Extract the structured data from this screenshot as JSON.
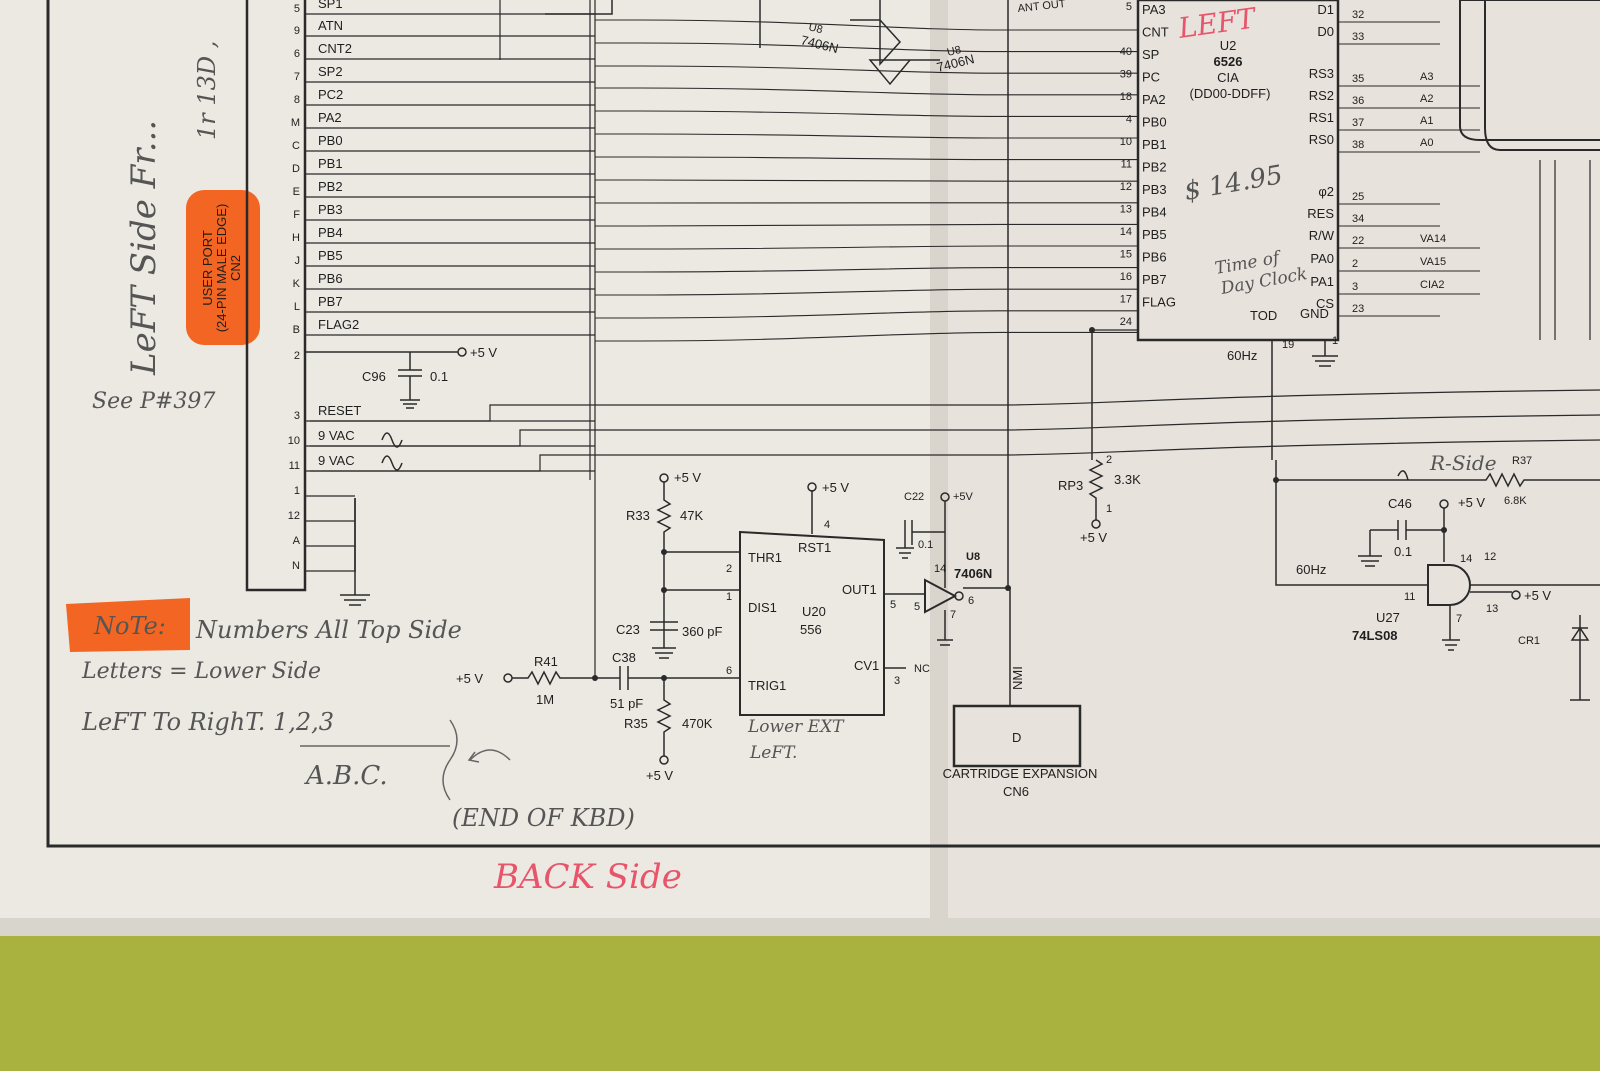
{
  "colors": {
    "paper": "#ece9e3",
    "ink": "#2a2a2a",
    "table": "#a9b23e",
    "highlight": "#f26522",
    "red_ink": "#e8546a"
  },
  "user_port": {
    "title": "USER PORT",
    "subtitle": "(24-PIN MALE EDGE)",
    "ref": "CN2",
    "rows": [
      {
        "pin": "5",
        "signal": "SP1"
      },
      {
        "pin": "9",
        "signal": "ATN"
      },
      {
        "pin": "6",
        "signal": "CNT2"
      },
      {
        "pin": "7",
        "signal": "SP2"
      },
      {
        "pin": "8",
        "signal": "PC2"
      },
      {
        "pin": "M",
        "signal": "PA2"
      },
      {
        "pin": "C",
        "signal": "PB0"
      },
      {
        "pin": "D",
        "signal": "PB1"
      },
      {
        "pin": "E",
        "signal": "PB2"
      },
      {
        "pin": "F",
        "signal": "PB3"
      },
      {
        "pin": "H",
        "signal": "PB4"
      },
      {
        "pin": "J",
        "signal": "PB5"
      },
      {
        "pin": "K",
        "signal": "PB6"
      },
      {
        "pin": "L",
        "signal": "PB7"
      },
      {
        "pin": "B",
        "signal": "FLAG2"
      },
      {
        "pin": "2",
        "signal": ""
      },
      {
        "pin": "3",
        "signal": "RESET"
      },
      {
        "pin": "10",
        "signal": "9 VAC"
      },
      {
        "pin": "11",
        "signal": "9 VAC"
      },
      {
        "pin": "1",
        "signal": ""
      },
      {
        "pin": "12",
        "signal": ""
      },
      {
        "pin": "A",
        "signal": ""
      },
      {
        "pin": "N",
        "signal": ""
      }
    ]
  },
  "c96": {
    "ref": "C96",
    "value": "0.1",
    "supply": "+5 V"
  },
  "u8_top_a": {
    "ref": "U8",
    "part": "7406N"
  },
  "u8_top_b": {
    "ref": "U8",
    "part": "7406N"
  },
  "ant_out": "ANT OUT",
  "u2": {
    "ref": "U2",
    "part": "6526",
    "type": "CIA",
    "range": "(DD00-DDFF)",
    "left_pins": [
      {
        "num": "5",
        "name": "PA3"
      },
      {
        "num": "",
        "name": "CNT"
      },
      {
        "num": "40",
        "name": "SP"
      },
      {
        "num": "39",
        "name": "PC"
      },
      {
        "num": "18",
        "name": "PA2"
      },
      {
        "num": "4",
        "name": "PB0"
      },
      {
        "num": "10",
        "name": "PB1"
      },
      {
        "num": "11",
        "name": "PB2"
      },
      {
        "num": "12",
        "name": "PB3"
      },
      {
        "num": "13",
        "name": "PB4"
      },
      {
        "num": "14",
        "name": "PB5"
      },
      {
        "num": "15",
        "name": "PB6"
      },
      {
        "num": "16",
        "name": "PB7"
      },
      {
        "num": "17",
        "name": "FLAG"
      },
      {
        "num": "24",
        "name": ""
      }
    ],
    "right_pins": [
      {
        "num": "32",
        "name": "D1",
        "net": ""
      },
      {
        "num": "33",
        "name": "D0",
        "net": ""
      },
      {
        "num": "35",
        "name": "RS3",
        "net": "A3"
      },
      {
        "num": "36",
        "name": "RS2",
        "net": "A2"
      },
      {
        "num": "37",
        "name": "RS1",
        "net": "A1"
      },
      {
        "num": "38",
        "name": "RS0",
        "net": "A0"
      },
      {
        "num": "25",
        "name": "φ2",
        "net": ""
      },
      {
        "num": "34",
        "name": "RES",
        "net": ""
      },
      {
        "num": "22",
        "name": "R/W",
        "net": "VA14"
      },
      {
        "num": "2",
        "name": "PA0",
        "net": "VA15"
      },
      {
        "num": "3",
        "name": "PA1",
        "net": "CIA2"
      },
      {
        "num": "23",
        "name": "CS",
        "net": ""
      }
    ],
    "tod": "TOD",
    "gnd": "GND",
    "tod_pin": "19",
    "gnd_pin": "1",
    "tod_net": "60Hz"
  },
  "rp3": {
    "ref": "RP3",
    "value": "3.3K",
    "pin_top": "2",
    "pin_bottom": "1",
    "supply": "+5 V"
  },
  "r37": {
    "ref": "R37",
    "value": "6.8K"
  },
  "c46": {
    "ref": "C46",
    "value": "0.1",
    "supply": "+5 V"
  },
  "u27": {
    "ref": "U27",
    "part": "74LS08",
    "pins": [
      "14",
      "12",
      "11",
      "7",
      "13"
    ],
    "net": "60Hz",
    "supply": "+5 V"
  },
  "cr1": "CR1",
  "timer": {
    "r33": {
      "ref": "R33",
      "value": "47K",
      "supply": "+5 V"
    },
    "c23": {
      "ref": "C23",
      "value": "360 pF"
    },
    "r41": {
      "ref": "R41",
      "value": "1M",
      "supply": "+5 V"
    },
    "c38": {
      "ref": "C38",
      "value": "51 pF"
    },
    "r35": {
      "ref": "R35",
      "value": "470K",
      "supply": "+5 V"
    },
    "u20": {
      "ref": "U20",
      "part": "556"
    },
    "pins": {
      "thr": "THR1",
      "dis": "DIS1",
      "trig": "TRIG1",
      "rst": "RST1",
      "out": "OUT1",
      "cv": "CV1"
    },
    "pin_nums": {
      "thr": "2",
      "dis": "1",
      "trig": "6",
      "rst": "4",
      "out": "5",
      "cv": "3"
    },
    "rst_supply": "+5 V",
    "nc": "NC"
  },
  "c22": {
    "ref": "C22",
    "value": "0.1",
    "supply": "+5V"
  },
  "u8_nmi": {
    "ref": "U8",
    "part": "7406N",
    "pin_in": "5",
    "pin_out": "6",
    "pin_vcc": "14",
    "pin_gnd": "7"
  },
  "nmi": "NMI",
  "cartridge": {
    "pin": "D",
    "title": "CARTRIDGE EXPANSION",
    "ref": "CN6"
  },
  "handwritten": {
    "left_side": "LeFT Side Fr...",
    "ref_num": "1r 13D ,",
    "see_page": "See P#397",
    "note_label": "NoTe:",
    "note_1": "Numbers All Top Side",
    "note_2": "Letters = Lower Side",
    "note_3": "LeFT To RighT. 1,2,3",
    "note_4": "A.B.C.",
    "end_kbd": "(END OF KBD)",
    "back_side": "BACK Side",
    "left_red": "LEFT",
    "price": "$ 14.95",
    "clock_1": "Time of",
    "clock_2": "Day Clock",
    "lower_1": "Lower EXT",
    "lower_2": "LeFT.",
    "r_side": "R-Side"
  }
}
